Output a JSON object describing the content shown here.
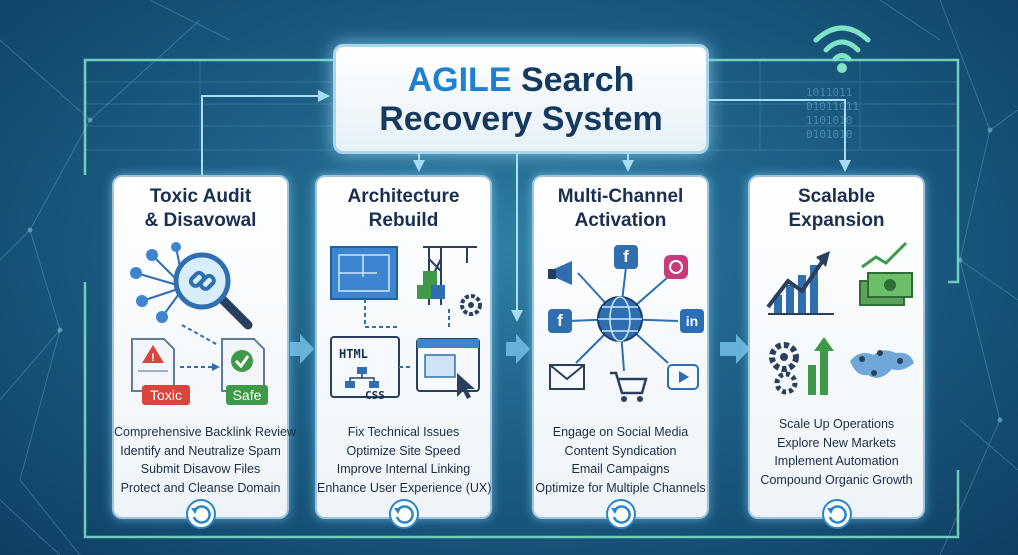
{
  "title": {
    "accent": "AGILE",
    "line1_rest": " Search",
    "line2": "Recovery System"
  },
  "cards": [
    {
      "title": [
        "Toxic Audit",
        "& Disavowal"
      ],
      "badges": [
        "Toxic",
        "Safe"
      ],
      "items": [
        "Comprehensive Backlink Review",
        "Identify and Neutralize Spam",
        "Submit Disavow Files",
        "Protect and Cleanse Domain"
      ]
    },
    {
      "title": [
        "Architecture",
        "Rebuild"
      ],
      "code_labels": [
        "HTML",
        "CSS"
      ],
      "items": [
        "Fix Technical Issues",
        "Optimize Site Speed",
        "Improve Internal Linking",
        "Enhance User Experience (UX)"
      ]
    },
    {
      "title": [
        "Multi-Channel",
        "Activation"
      ],
      "social_labels": [
        "f",
        "f",
        "in"
      ],
      "items": [
        "Engage on Social Media",
        "Content Syndication",
        "Email Campaigns",
        "Optimize for Multiple Channels"
      ]
    },
    {
      "title": [
        "Scalable",
        "Expansion"
      ],
      "items": [
        "Scale Up Operations",
        "Explore New Markets",
        "Implement Automation",
        "Compound Organic Growth"
      ]
    }
  ],
  "binary_lines": [
    "1011011",
    "01011011",
    "1101010",
    "0101010"
  ],
  "icons": [
    "network-link-icon",
    "magnifier-icon",
    "document-toxic-icon",
    "document-safe-icon",
    "blueprint-icon",
    "crane-icon",
    "gear-icon",
    "code-window-icon",
    "browser-cursor-icon",
    "megaphone-icon",
    "facebook-icon",
    "instagram-icon",
    "globe-icon",
    "linkedin-icon",
    "email-icon",
    "cart-icon",
    "video-icon",
    "growth-chart-icon",
    "money-icon",
    "gears-icon",
    "arrow-up-icon",
    "world-map-icon",
    "cycle-icon",
    "wifi-icon"
  ],
  "colors": {
    "accent": "#1f7fd1",
    "title": "#16395f",
    "toxic": "#d9443d",
    "safe": "#3e9a48",
    "background": "#1d5f86"
  }
}
